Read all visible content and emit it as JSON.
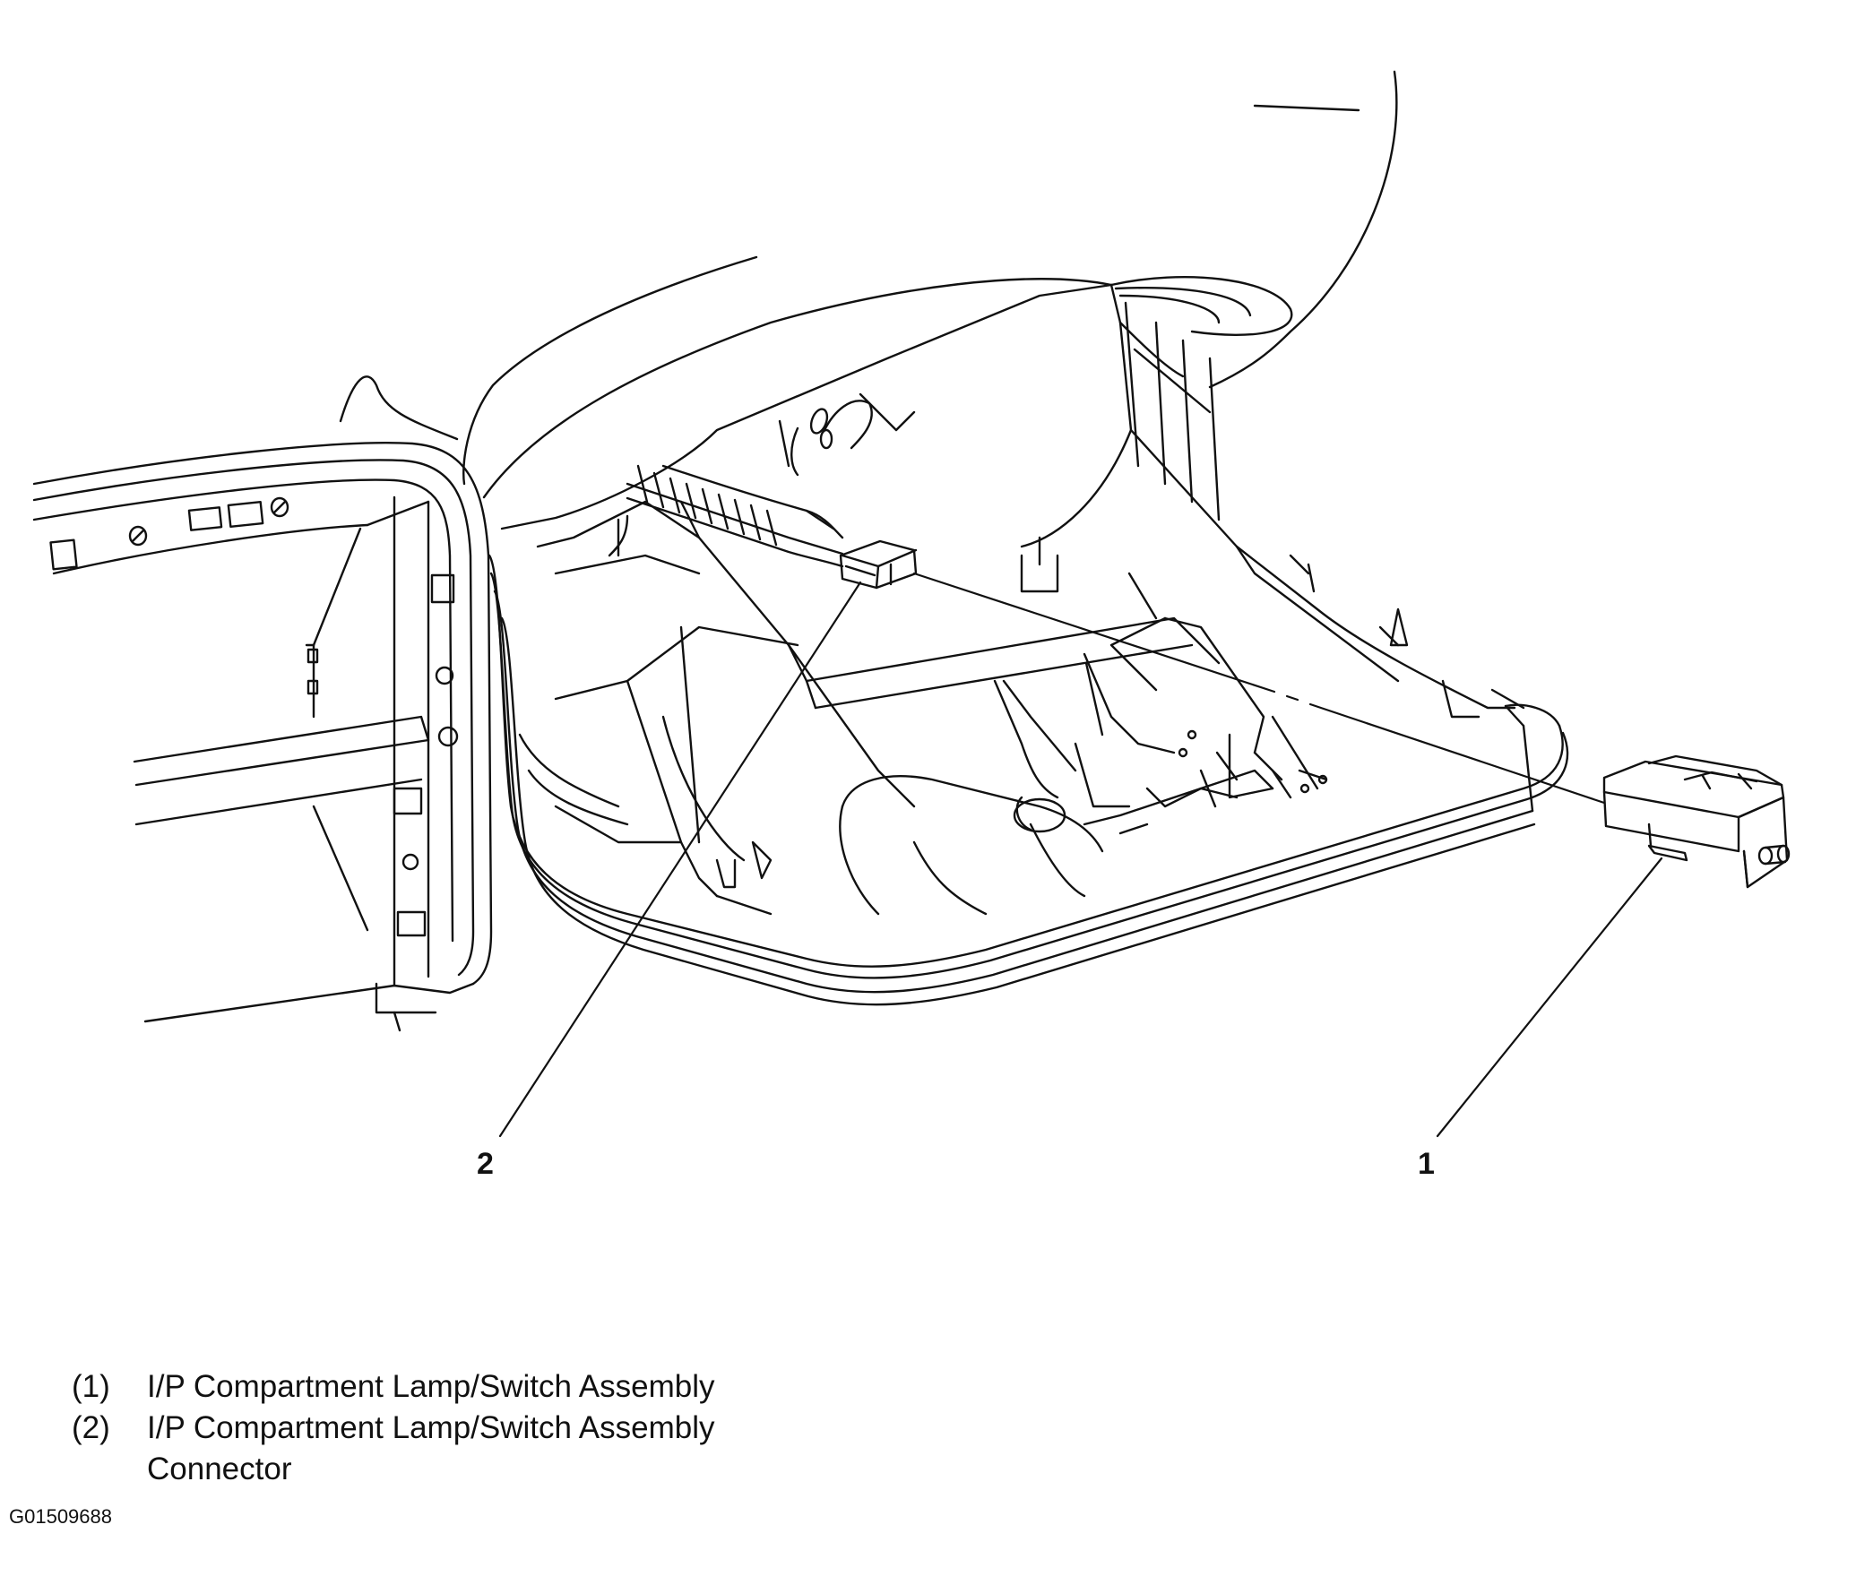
{
  "callouts": {
    "c1": "1",
    "c2": "2"
  },
  "legend": [
    {
      "num": "(1)",
      "text": "I/P Compartment Lamp/Switch Assembly"
    },
    {
      "num": "(2)",
      "text": "I/P Compartment Lamp/Switch Assembly Connector"
    }
  ],
  "figure_id": "G01509688",
  "colors": {
    "line": "#111111",
    "background": "#ffffff"
  }
}
